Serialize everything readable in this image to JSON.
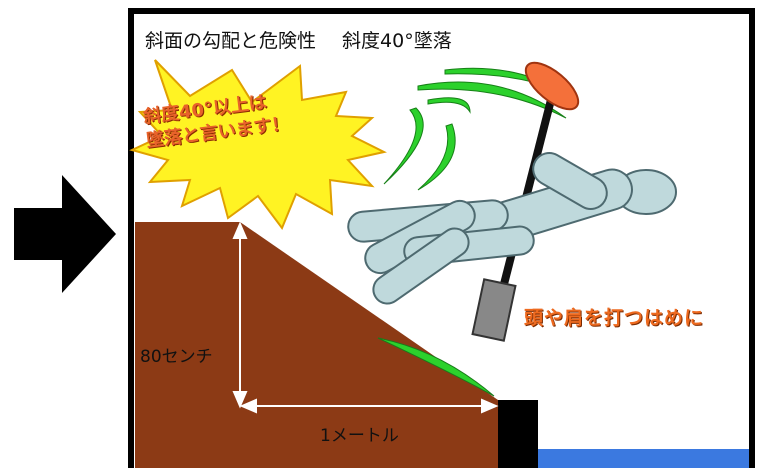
{
  "title": "斜面の勾配と危険性",
  "subtitle": "斜度40°墜落",
  "burst": {
    "line1": "斜度40°以上は",
    "line2": "墜落と言います！"
  },
  "labels": {
    "height": "80センチ",
    "width": "1メートル",
    "hit": "頭や肩を打つはめに"
  },
  "colors": {
    "slope": "#8c3a15",
    "burst": "#fff323",
    "figure": "#bfd9dc",
    "motion": "#22cc22",
    "paddle": "#f4703a",
    "water": "#3b79e0"
  }
}
